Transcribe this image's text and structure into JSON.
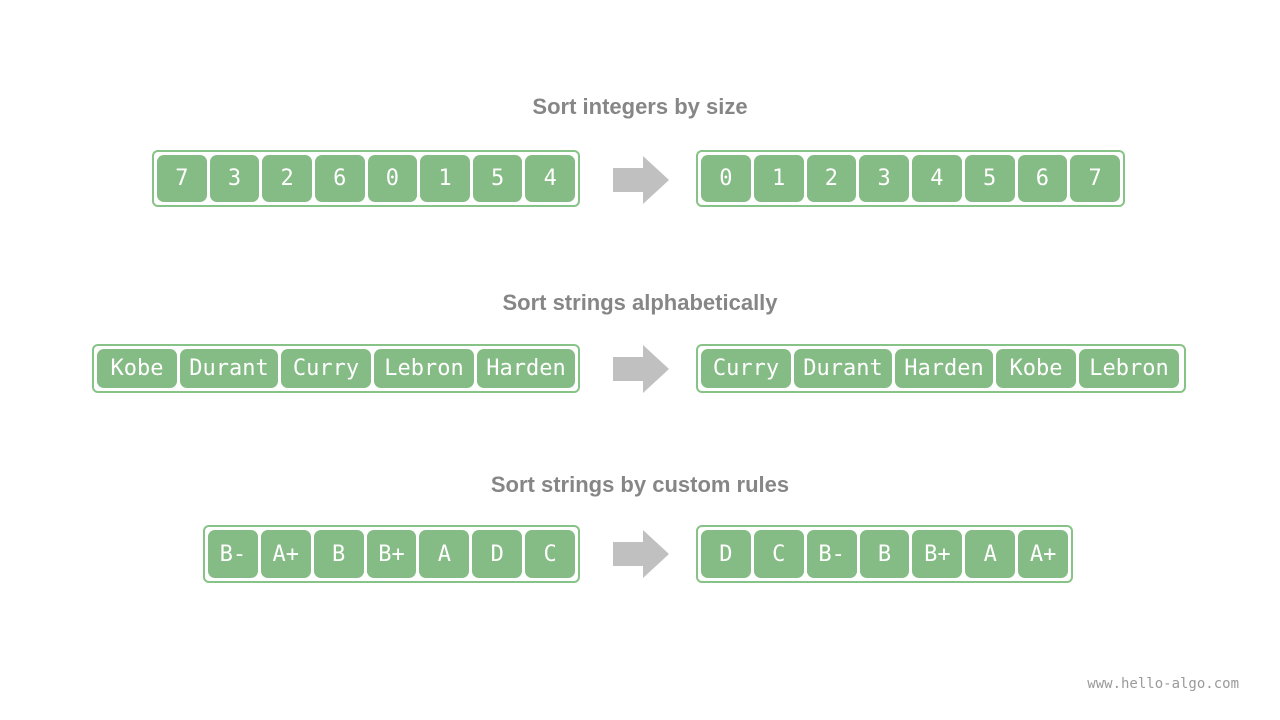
{
  "sections": [
    {
      "title": "Sort integers by size",
      "input": [
        "7",
        "3",
        "2",
        "6",
        "0",
        "1",
        "5",
        "4"
      ],
      "output": [
        "0",
        "1",
        "2",
        "3",
        "4",
        "5",
        "6",
        "7"
      ]
    },
    {
      "title": "Sort strings alphabetically",
      "input": [
        "Kobe",
        "Durant",
        "Curry",
        "Lebron",
        "Harden"
      ],
      "output": [
        "Curry",
        "Durant",
        "Harden",
        "Kobe",
        "Lebron"
      ]
    },
    {
      "title": "Sort strings by custom rules",
      "input": [
        "B-",
        "A+",
        "B",
        "B+",
        "A",
        "D",
        "C"
      ],
      "output": [
        "D",
        "C",
        "B-",
        "B",
        "B+",
        "A",
        "A+"
      ]
    }
  ],
  "colors": {
    "cell_fill": "#85bb84",
    "array_border": "#87c287",
    "arrow": "#c0c0c0",
    "title_text": "#868686"
  },
  "arrow_icon": "right-arrow-icon",
  "watermark": "www.hello-algo.com"
}
